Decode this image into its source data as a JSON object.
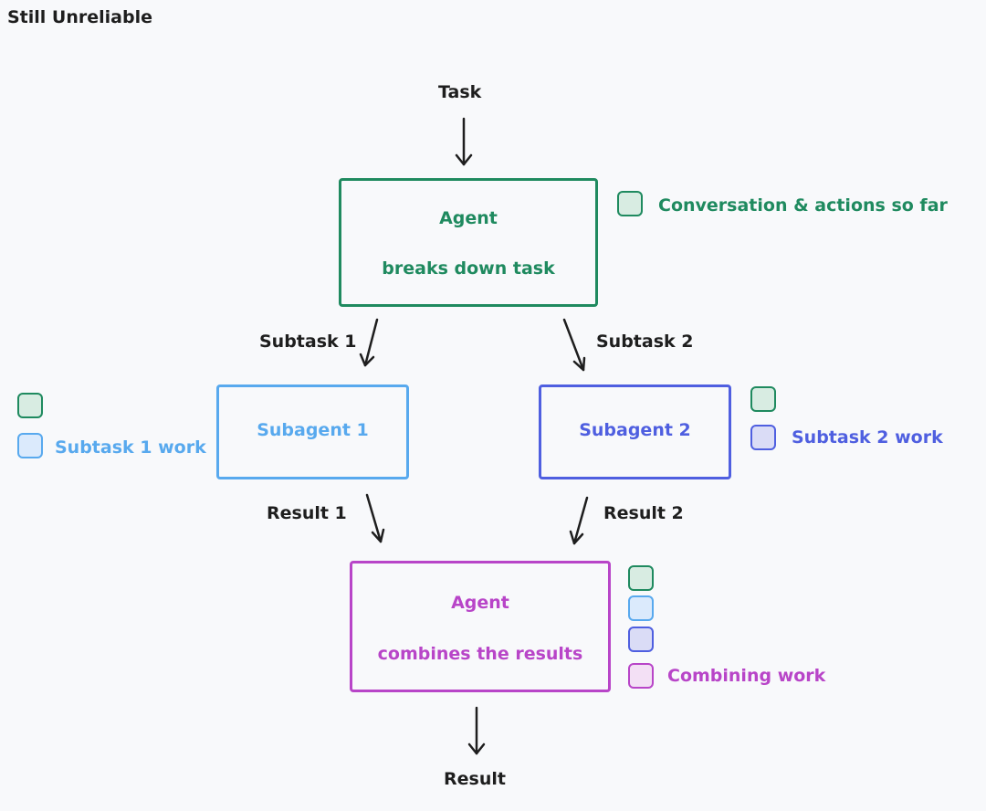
{
  "title": "Still Unreliable",
  "colors": {
    "black": "#1e1e1e",
    "green": "#1f8a5f",
    "green_fill": "#d8ece2",
    "light_blue": "#58a9ee",
    "light_blue_fill": "#dbeafc",
    "blue": "#4f5fe0",
    "blue_fill": "#dadcf6",
    "purple": "#b845c8",
    "purple_fill": "#f3e0f5"
  },
  "labels": {
    "task": "Task",
    "subtask1": "Subtask 1",
    "subtask2": "Subtask 2",
    "result1": "Result 1",
    "result2": "Result 2",
    "result": "Result"
  },
  "agent_top": {
    "title": "Agent",
    "subtitle": "breaks down task",
    "legend": "Conversation & actions so far",
    "legend_icon": "green-square-icon"
  },
  "subagent1": {
    "title": "Subagent 1",
    "legend": "Subtask 1 work",
    "legend_icons": [
      "green-square-icon",
      "light-blue-square-icon"
    ]
  },
  "subagent2": {
    "title": "Subagent 2",
    "legend": "Subtask 2 work",
    "legend_icons": [
      "green-square-icon",
      "blue-square-icon"
    ]
  },
  "agent_bottom": {
    "title": "Agent",
    "subtitle": "combines the results",
    "legend": "Combining work",
    "legend_icons": [
      "green-square-icon",
      "light-blue-square-icon",
      "blue-square-icon",
      "purple-square-icon"
    ]
  }
}
